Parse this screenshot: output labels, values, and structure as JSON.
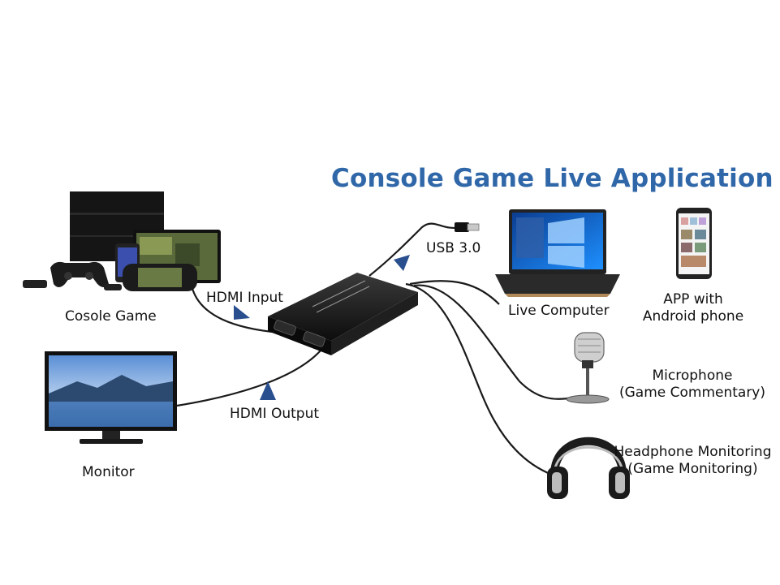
{
  "title": "Console Game Live Application",
  "labels": {
    "console": "Cosole Game",
    "hdmi_input": "HDMI Input",
    "hdmi_output": "HDMI Output",
    "monitor": "Monitor",
    "usb": "USB 3.0",
    "live_computer": "Live Computer",
    "app_line1": "APP with",
    "app_line2": "Android phone",
    "mic_line1": "Microphone",
    "mic_line2": "(Game Commentary)",
    "headphone_line1": "Headphone Monitoring",
    "headphone_line2": "(Game Monitoring)"
  },
  "colors": {
    "title": "#2f67a8",
    "arrow": "#2a4f8f",
    "cable": "#1a1a1a"
  }
}
